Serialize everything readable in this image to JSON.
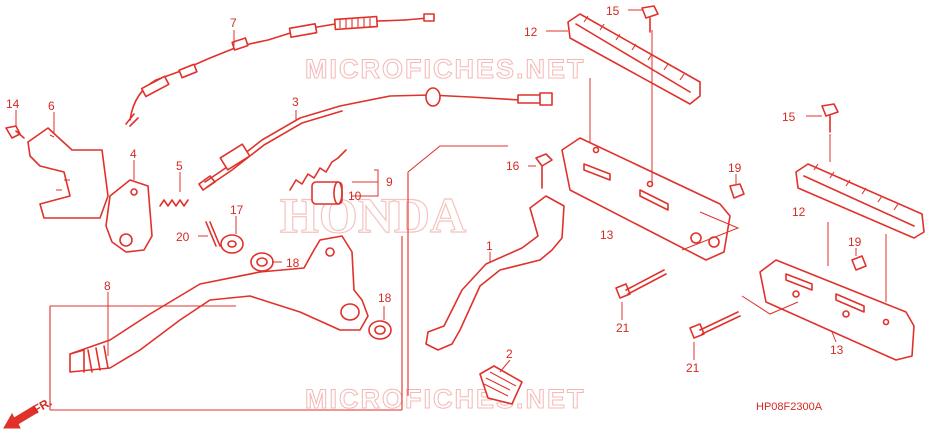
{
  "watermark": {
    "top": "MICROFICHES.NET",
    "bottom": "MICROFICHES.NET",
    "brand": "HONDA"
  },
  "diagram_code": "HP08F2300A",
  "direction_label": "FR.",
  "callouts": {
    "c1": "1",
    "c2": "2",
    "c3": "3",
    "c4": "4",
    "c5": "5",
    "c6": "6",
    "c7": "7",
    "c8": "8",
    "c9": "9",
    "c10": "10",
    "c12a": "12",
    "c12b": "12",
    "c13a": "13",
    "c13b": "13",
    "c14": "14",
    "c15a": "15",
    "c15b": "15",
    "c16": "16",
    "c17": "17",
    "c18a": "18",
    "c18b": "18",
    "c19a": "19",
    "c19b": "19",
    "c20": "20",
    "c21a": "21",
    "c21b": "21"
  },
  "colors": {
    "line": "#e0312b",
    "text": "#d42a24",
    "watermark": "#f4b8b4",
    "background": "#ffffff"
  }
}
